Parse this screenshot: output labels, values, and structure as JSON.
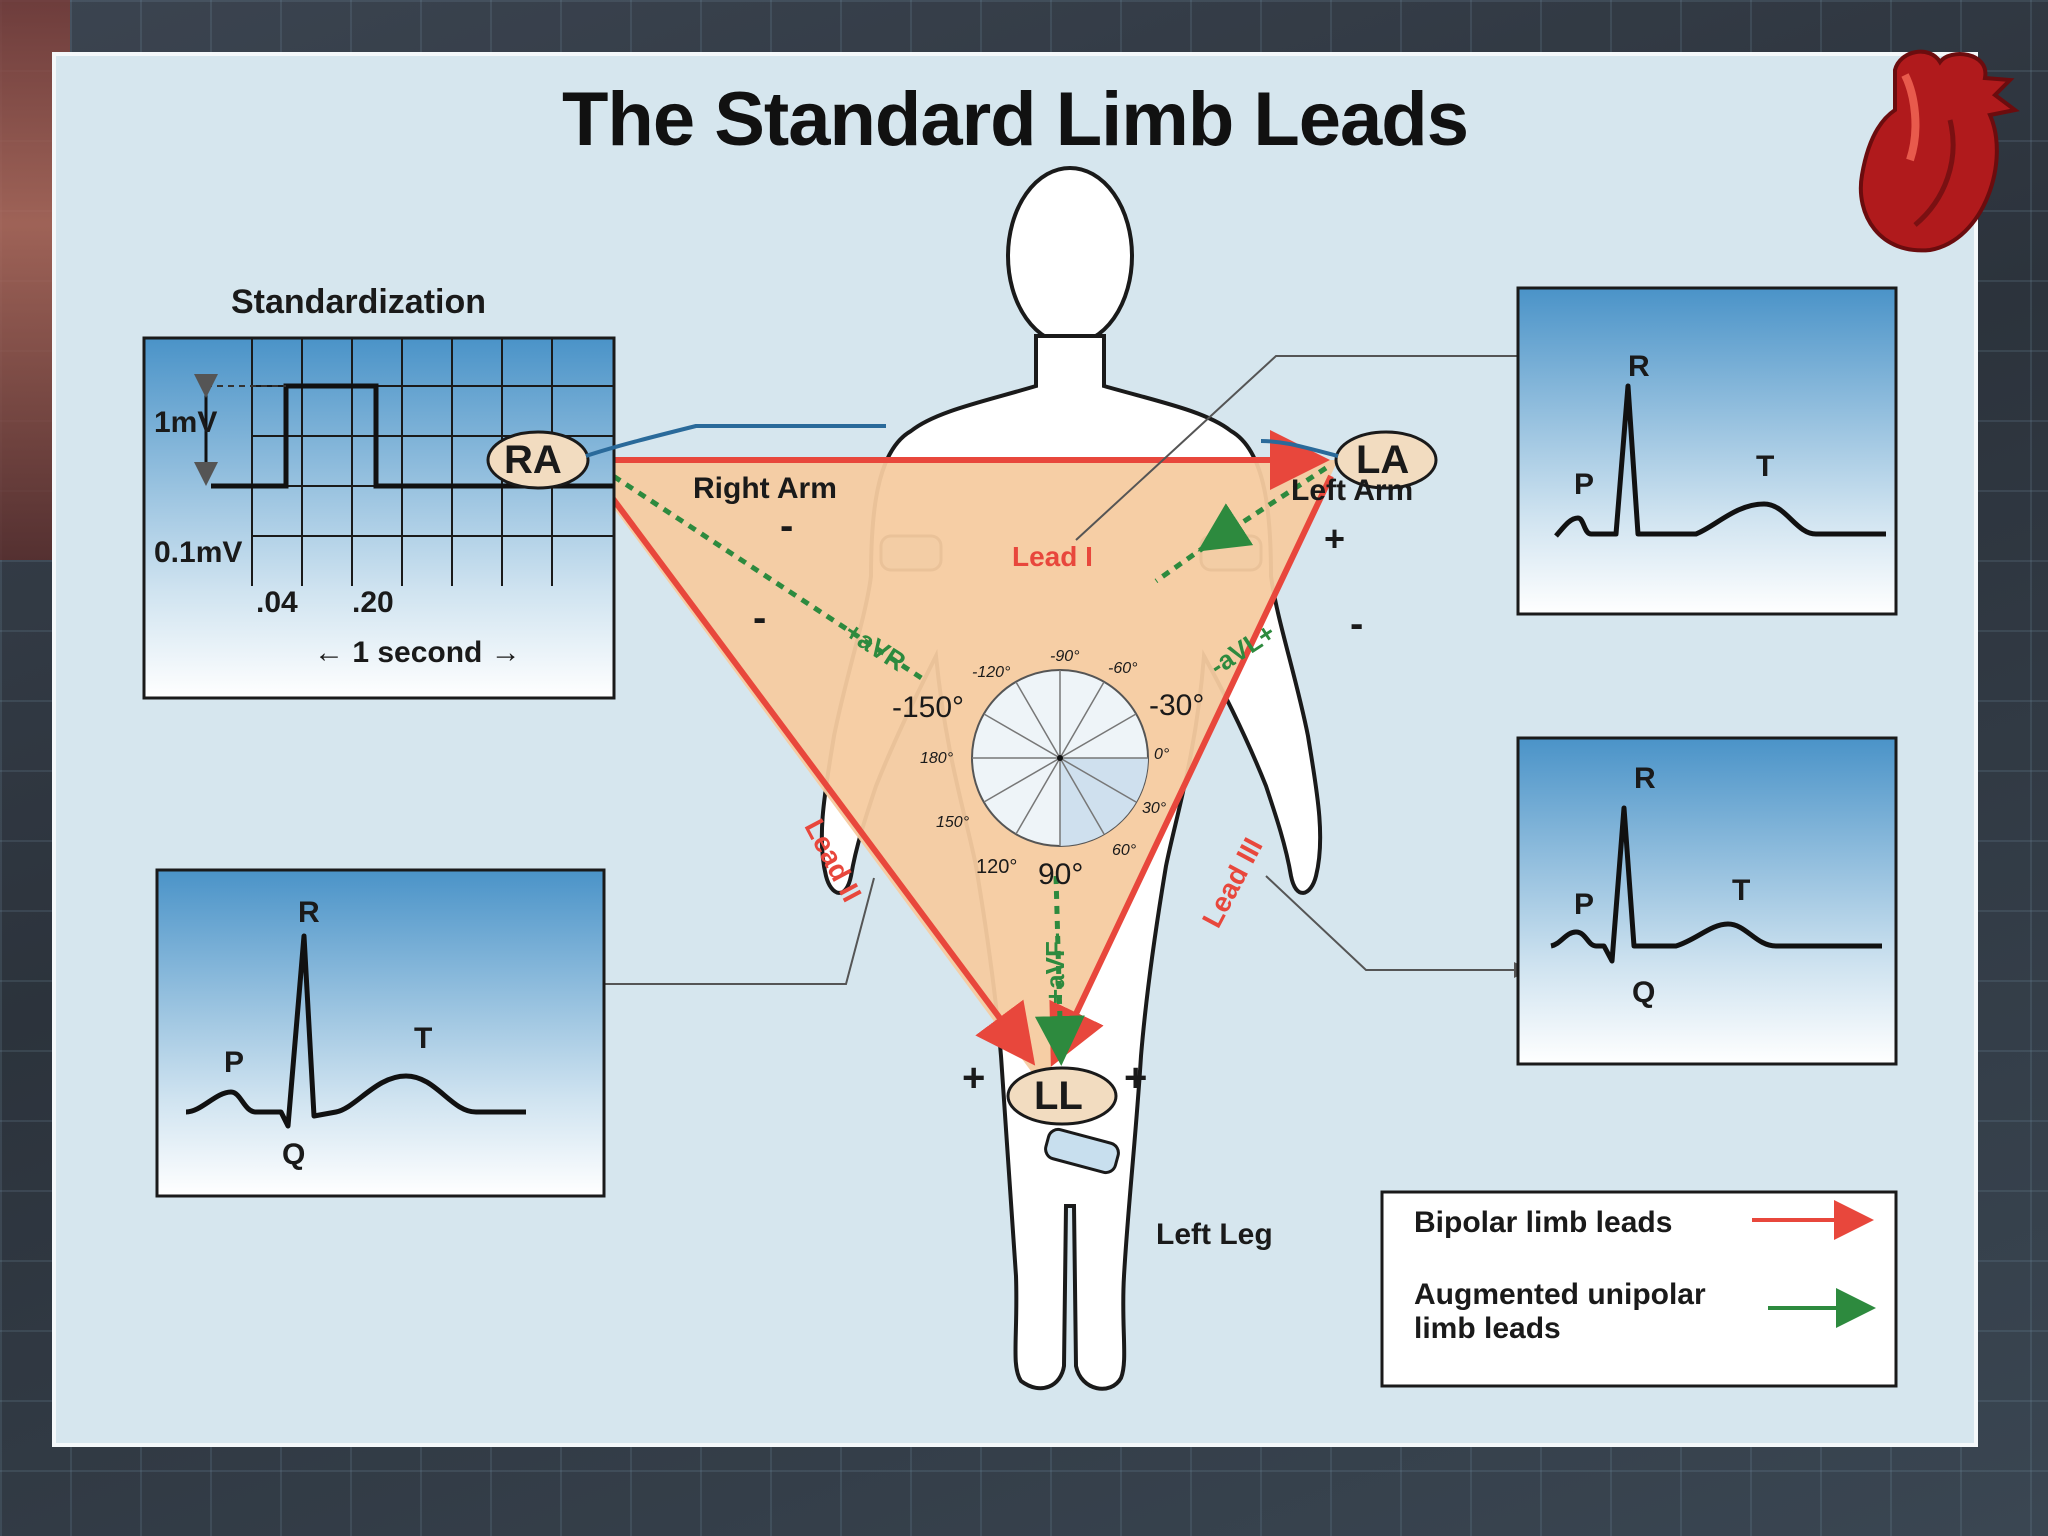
{
  "title": "The Standard Limb Leads",
  "standardization": {
    "heading": "Standardization",
    "mv_1": "1mV",
    "mv_01": "0.1mV",
    "tick_04": ".04",
    "tick_20": ".20",
    "one_second": "← 1 second →"
  },
  "body_labels": {
    "right_arm": "Right Arm",
    "left_arm": "Left Arm",
    "left_leg": "Left Leg"
  },
  "electrodes": {
    "ra": "RA",
    "la": "LA",
    "ll": "LL"
  },
  "polarity": {
    "minus": "-",
    "plus": "+"
  },
  "leads": {
    "lead_i": "Lead I",
    "lead_ii": "Lead II",
    "lead_iii": "Lead III",
    "avr": "+aVR-",
    "avl": "-aVL+",
    "avf": "+aVF-"
  },
  "hexaxial": {
    "neg150": "-150°",
    "neg30": "-30°",
    "pos90": "90°",
    "neg120": "-120°",
    "neg90": "-90°",
    "neg60": "-60°",
    "d180": "180°",
    "d0": "0°",
    "d150": "150°",
    "d30": "30°",
    "d120": "120°",
    "d60": "60°"
  },
  "waves": {
    "P": "P",
    "Q": "Q",
    "R": "R",
    "T": "T"
  },
  "legend": {
    "bipolar": "Bipolar limb leads",
    "augmented_line1": "Augmented unipolar",
    "augmented_line2": "limb leads"
  },
  "colors": {
    "bipolar_arrow": "#e8473c",
    "augmented_arrow": "#2d8a3e",
    "triangle_fill": "#f5cba0",
    "electrode_fill": "#f2dcc0",
    "panel_top": "#4a93c8",
    "panel_bottom": "#ffffff"
  },
  "icons": [
    "heart-icon"
  ]
}
